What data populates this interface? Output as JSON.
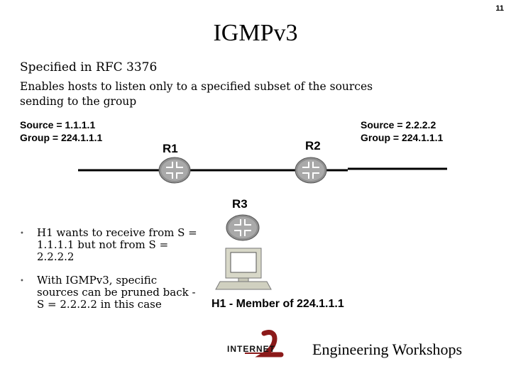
{
  "slide_number": "11",
  "title": "IGMPv3",
  "subtitle": "Specified in RFC 3376",
  "description": "Enables hosts to listen only to a specified subset of the sources sending to the group",
  "source_left": {
    "source": "Source = 1.1.1.1",
    "group": "Group = 224.1.1.1"
  },
  "source_right": {
    "source": "Source = 2.2.2.2",
    "group": "Group = 224.1.1.1"
  },
  "routers": {
    "r1": "R1",
    "r2": "R2",
    "r3": "R3"
  },
  "bullets": [
    "H1 wants to receive from S = 1.1.1.1 but not from S = 2.2.2.2",
    "With IGMPv3, specific sources can be pruned back - S = 2.2.2.2 in this case"
  ],
  "host_label": "H1 - Member of 224.1.1.1",
  "logo_text": "INTERNET",
  "footer": "Engineering Workshops"
}
